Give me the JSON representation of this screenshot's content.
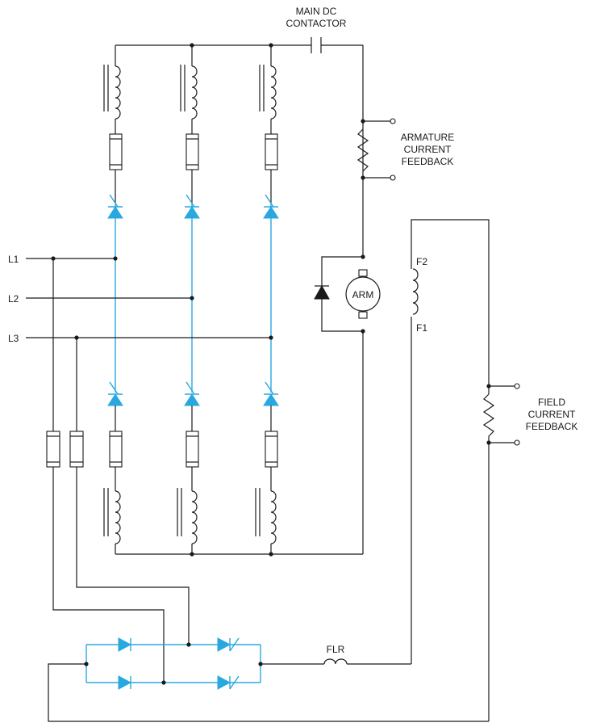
{
  "labels": {
    "main_dc_line1": "MAIN DC",
    "main_dc_line2": "CONTACTOR",
    "arm_fb_line1": "ARMATURE",
    "arm_fb_line2": "CURRENT",
    "arm_fb_line3": "FEEDBACK",
    "field_fb_line1": "FIELD",
    "field_fb_line2": "CURRENT",
    "field_fb_line3": "FEEDBACK",
    "l1": "L1",
    "l2": "L2",
    "l3": "L3",
    "arm": "ARM",
    "f1": "F1",
    "f2": "F2",
    "flr": "FLR"
  },
  "colors": {
    "wire": "#1a1a1a",
    "scr": "#29a8e0"
  }
}
